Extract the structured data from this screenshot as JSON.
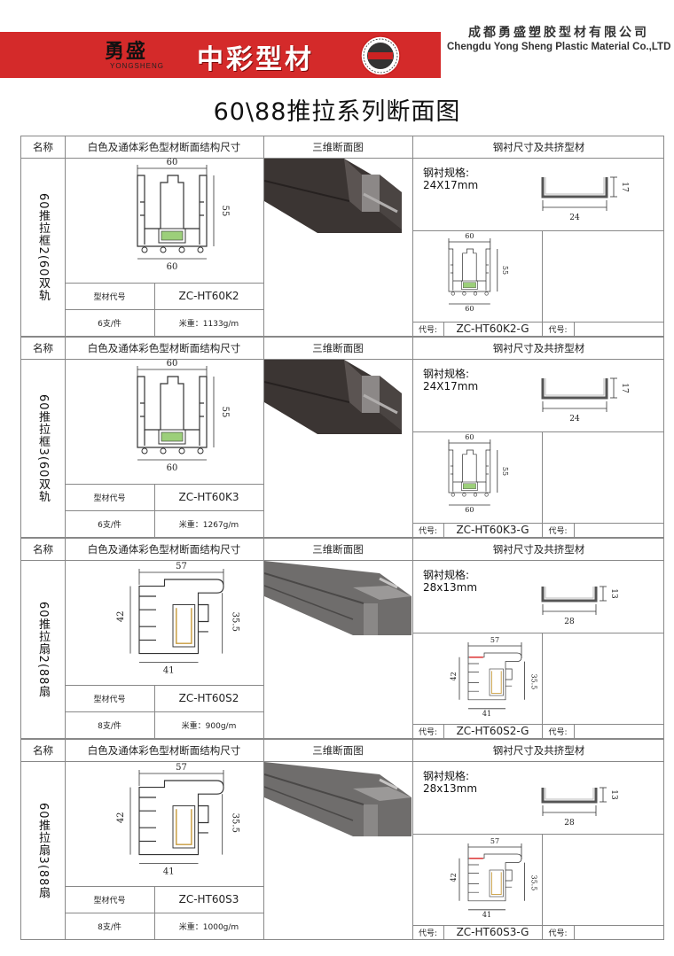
{
  "header": {
    "brand_cn": "勇盛",
    "brand_en": "YONGSHENG",
    "brand_main": "中彩型材",
    "company_cn": "成都勇盛塑胶型材有限公司",
    "company_en": "Chengdu Yong Sheng Plastic Material Co.,LTD"
  },
  "page_title": "60\\88推拉系列断面图",
  "columns": {
    "name": "名称",
    "structure": "白色及通体彩色型材断面结构尺寸",
    "view3d": "三维断面图",
    "steel": "钢衬尺寸及共挤型材"
  },
  "labels": {
    "code_label": "型材代号",
    "code_prefix": "代号:",
    "code_prefix2": "代号:",
    "steel_spec": "钢衬规格:"
  },
  "colors": {
    "brand_red": "#d42a2a",
    "dark_profile": "#3a3533",
    "grey_profile": "#7d7b7a"
  },
  "sections": [
    {
      "name": "60推拉框2(60双轨",
      "code": "ZC-HT60K2",
      "pack": "6支/件",
      "weight": "米重：1133g/m",
      "steel_spec": "24X17mm",
      "steel_w": "24",
      "steel_h": "17",
      "coex_code": "ZC-HT60K2-G",
      "dims": {
        "top": "60",
        "bottom": "60",
        "side": "55"
      },
      "small_dims": {
        "top": "60",
        "bottom": "60",
        "side": "55"
      }
    },
    {
      "name": "60推拉框3(60双轨",
      "code": "ZC-HT60K3",
      "pack": "6支/件",
      "weight": "米重：1267g/m",
      "steel_spec": "24X17mm",
      "steel_w": "24",
      "steel_h": "17",
      "coex_code": "ZC-HT60K3-G",
      "dims": {
        "top": "60",
        "bottom": "60",
        "side": "55"
      },
      "small_dims": {
        "top": "60",
        "bottom": "60",
        "side": "55"
      }
    },
    {
      "name": "60推拉扇2(88扇",
      "code": "ZC-HT60S2",
      "pack": "8支/件",
      "weight": "米重：900g/m",
      "steel_spec": "28x13mm",
      "steel_w": "28",
      "steel_h": "13",
      "coex_code": "ZC-HT60S2-G",
      "dims": {
        "top": "57",
        "bottom": "41",
        "left": "42",
        "right": "35.5"
      },
      "small_dims": {
        "top": "57",
        "bottom": "41",
        "left": "42",
        "right": "35.5"
      }
    },
    {
      "name": "60推拉扇3(88扇",
      "code": "ZC-HT60S3",
      "pack": "8支/件",
      "weight": "米重：1000g/m",
      "steel_spec": "28x13mm",
      "steel_w": "28",
      "steel_h": "13",
      "coex_code": "ZC-HT60S3-G",
      "dims": {
        "top": "57",
        "bottom": "41",
        "left": "42",
        "right": "35.5"
      },
      "small_dims": {
        "top": "57",
        "bottom": "41",
        "left": "42",
        "right": "35.5"
      }
    }
  ]
}
